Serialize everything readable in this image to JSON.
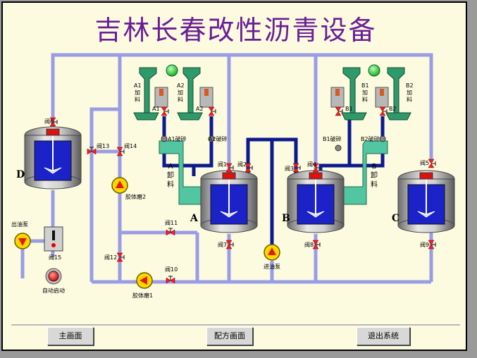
{
  "title": "吉林长春改性沥青设备",
  "tanks": {
    "A": "A",
    "B": "B",
    "C": "C",
    "D": "D"
  },
  "valves": {
    "v1": "阀1",
    "v2": "阀2",
    "v3": "阀3",
    "v4": "阀4",
    "v5": "阀5",
    "v6": "阀6",
    "v7": "阀7",
    "v8": "阀8",
    "v9": "阀9",
    "v10": "阀10",
    "v11": "阀11",
    "v12": "阀12",
    "v13": "阀13",
    "v14": "阀14",
    "v15": "阀15"
  },
  "pumps": {
    "mill2": "胶体磨2",
    "mill1": "胶体磨1",
    "inlet": "进油泵",
    "outlet": "出油泵"
  },
  "crushers": {
    "a1": "A1破碎",
    "a2": "A2破碎",
    "b1": "B1破碎",
    "b2": "B2破碎"
  },
  "feeders": {
    "a1": "A1",
    "a2": "A2",
    "b1": "B1",
    "b2": "B2"
  },
  "feed_chars": [
    "加",
    "料"
  ],
  "unload": {
    "a": "A",
    "b": "B",
    "chars": [
      "卸",
      "料"
    ]
  },
  "auto_start": "自动启动",
  "nav": {
    "main": "主画面",
    "recipe": "配方画面",
    "exit": "退出系统"
  },
  "colors": {
    "pipe_light": "#9b9ce6",
    "pipe_dark": "#0c1a8e",
    "hopper_green": "#2e9a6a",
    "unload_green": "#52c6a0",
    "tank_blue": "#1b22c8",
    "indicator_green": "#1fcd1f",
    "pump_yellow": "#ffd800",
    "pump_red": "#e41b00",
    "title_purple": "#6a1f97"
  }
}
